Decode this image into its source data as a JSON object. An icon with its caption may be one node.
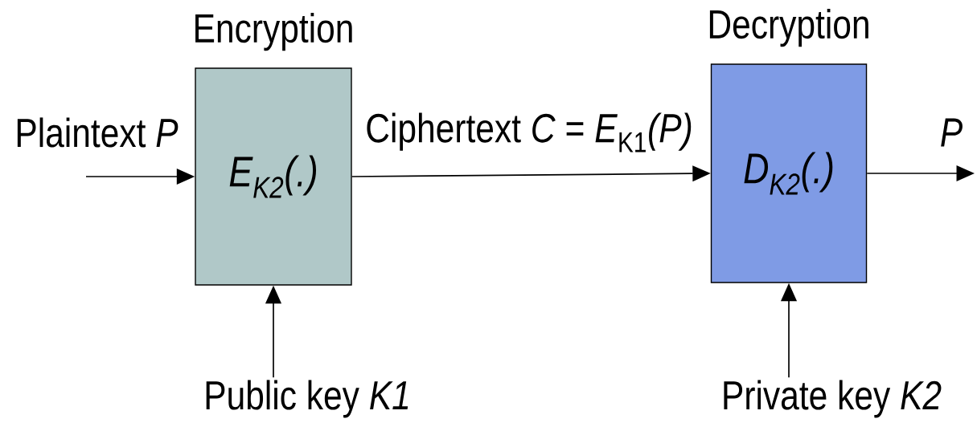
{
  "diagram": {
    "nodes": [
      {
        "text": [
          "Encryption",
          "E$_{K2}$(.)"
        ]
      },
      {
        "text": [
          "Decryption",
          "D$_{K2}$(.)"
        ]
      },
      {
        "text": [
          "Public key *K1*"
        ]
      },
      {
        "text": [
          "Private key *K2*"
        ]
      }
    ],
    "edges": [
      {
        "from": null,
        "to": 0,
        "arrow": "to",
        "label": "Plaintext *P*"
      },
      {
        "from": 0,
        "to": 1,
        "arrow": "to",
        "label": "Ciphertext *C* = *E*$_{K1}$*(P)*"
      },
      {
        "from": 1,
        "to": null,
        "arrow": "to",
        "label": "*P*"
      },
      {
        "from": 2,
        "to": 0,
        "arrow": "to"
      },
      {
        "from": 3,
        "to": 1,
        "arrow": "to"
      }
    ]
  }
}
